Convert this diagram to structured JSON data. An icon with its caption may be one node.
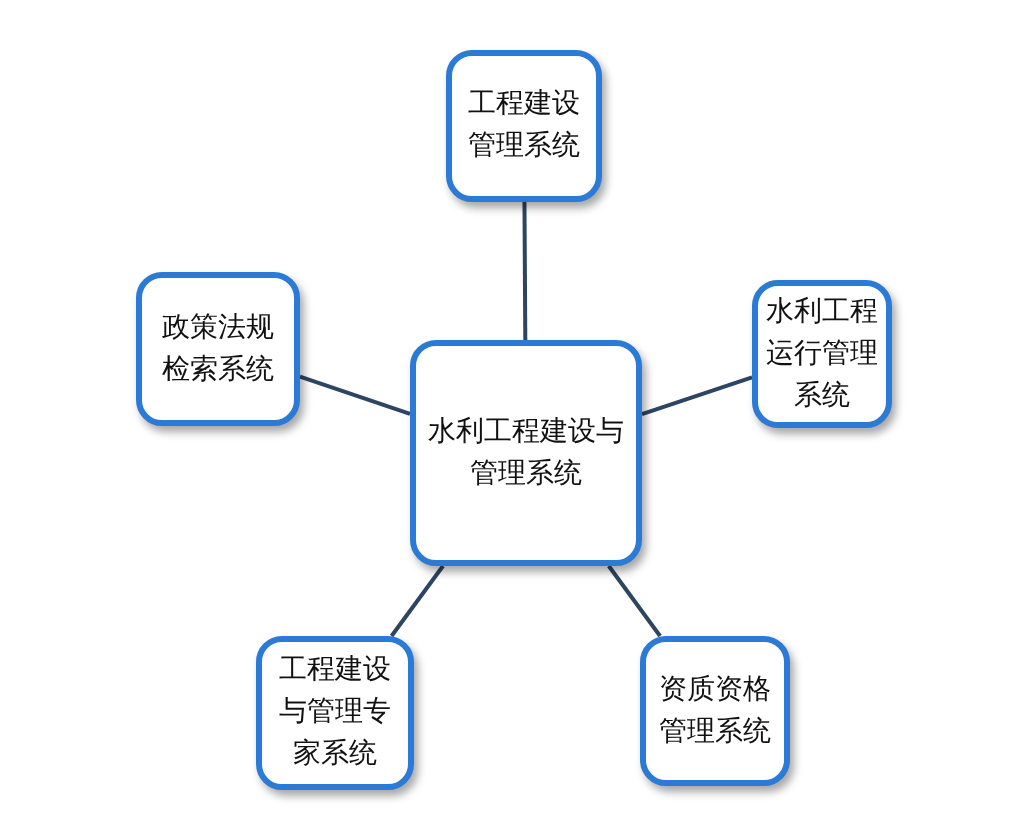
{
  "diagram": {
    "nodes": [
      {
        "text": [
          "水利工程建设与管理系统"
        ]
      },
      {
        "text": [
          "工程建设管理系统"
        ]
      },
      {
        "text": [
          "政策法规检索系统"
        ]
      },
      {
        "text": [
          "水利工程运行管理系统"
        ]
      },
      {
        "text": [
          "工程建设与管理专家系统"
        ]
      },
      {
        "text": [
          "资质资格管理系统"
        ]
      }
    ],
    "edges": [
      {
        "from": 0,
        "to": 1,
        "arrow": "none"
      },
      {
        "from": 0,
        "to": 2,
        "arrow": "none"
      },
      {
        "from": 0,
        "to": 3,
        "arrow": "none"
      },
      {
        "from": 0,
        "to": 4,
        "arrow": "none"
      },
      {
        "from": 0,
        "to": 5,
        "arrow": "none"
      }
    ]
  }
}
